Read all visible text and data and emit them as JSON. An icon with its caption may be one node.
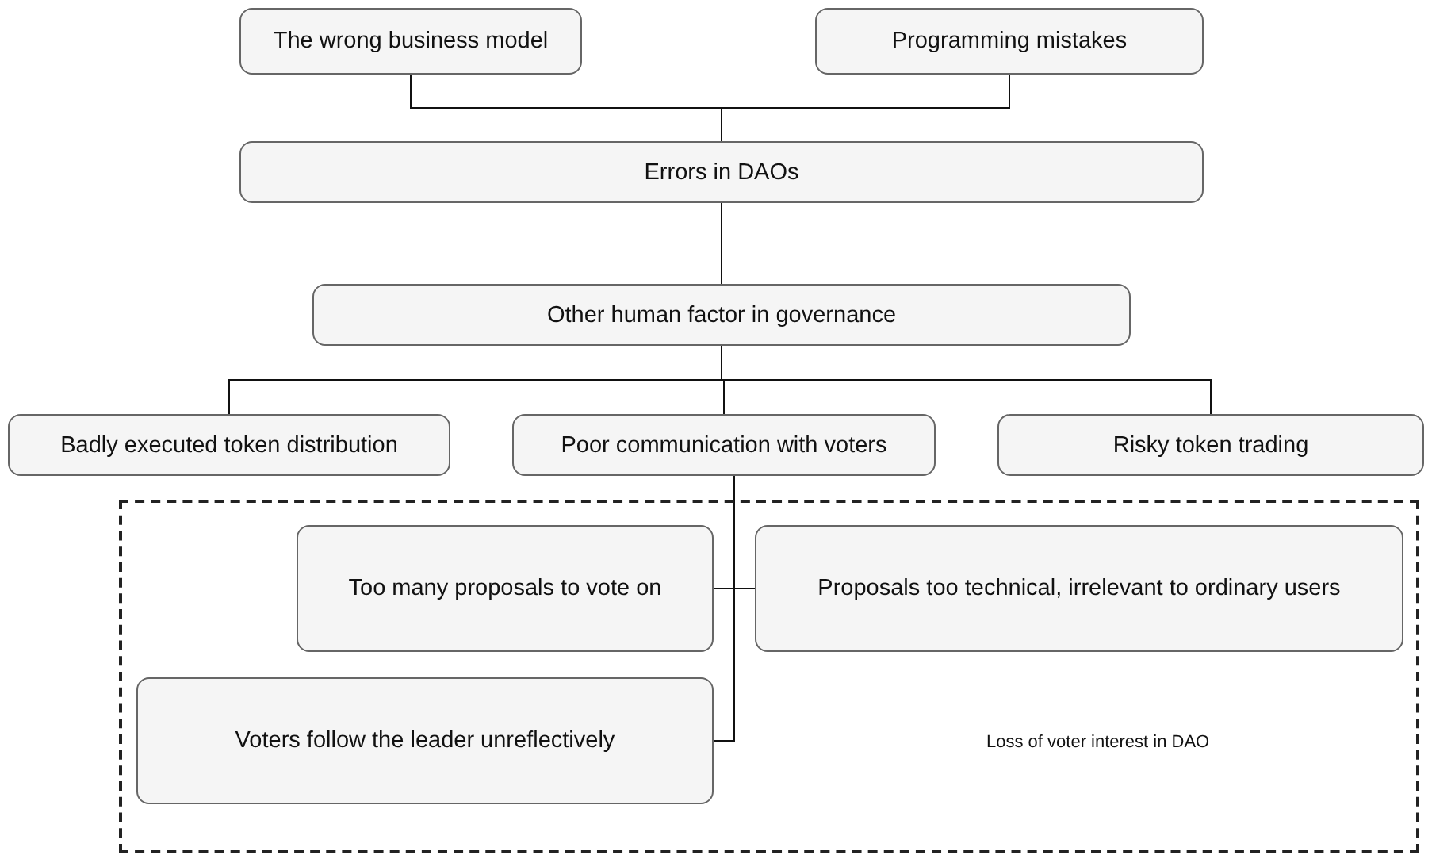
{
  "diagram": {
    "nodes": [
      {
        "text": [
          "The wrong business model"
        ]
      },
      {
        "text": [
          "Programming mistakes"
        ]
      },
      {
        "text": [
          "Errors in DAOs"
        ]
      },
      {
        "text": [
          "Other human factor in governance"
        ]
      },
      {
        "text": [
          "Badly executed token distribution"
        ]
      },
      {
        "text": [
          "Poor communication with voters"
        ]
      },
      {
        "text": [
          "Risky token trading"
        ]
      },
      {
        "text": [
          "Loss of voter interest in DAO"
        ]
      },
      {
        "text": [
          "Too many proposals to vote on"
        ],
        "in": 7
      },
      {
        "text": [
          "Proposals too technical, irrelevant to ordinary users"
        ],
        "in": 7
      },
      {
        "text": [
          "Voters follow the leader unreflectively"
        ],
        "in": 7
      }
    ],
    "edges": [
      {
        "from": 0,
        "to": 2,
        "arrow": "none"
      },
      {
        "from": 1,
        "to": 2,
        "arrow": "none"
      },
      {
        "from": 2,
        "to": 3,
        "arrow": "none"
      },
      {
        "from": 3,
        "to": 4,
        "arrow": "none"
      },
      {
        "from": 3,
        "to": 5,
        "arrow": "none"
      },
      {
        "from": 3,
        "to": 6,
        "arrow": "none"
      },
      {
        "from": 5,
        "to": 8,
        "arrow": "none"
      },
      {
        "from": 5,
        "to": 9,
        "arrow": "none"
      },
      {
        "from": 5,
        "to": 10,
        "arrow": "none"
      }
    ]
  }
}
